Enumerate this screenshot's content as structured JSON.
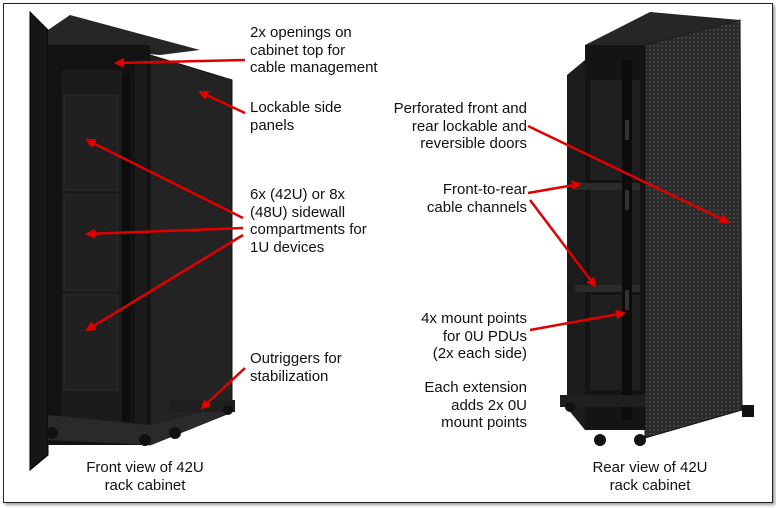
{
  "callouts": {
    "top_openings": "2x openings on\ncabinet top for\ncable management",
    "side_panels": "Lockable side\npanels",
    "sidewall_compartments": "6x (42U) or 8x\n(48U) sidewall\ncompartments for\n1U devices",
    "outriggers": "Outriggers for\nstabilization",
    "doors": "Perforated front and\nrear lockable and\nreversible doors",
    "cable_channels": "Front-to-rear\ncable channels",
    "mount_points": "4x mount points\nfor 0U PDUs\n(2x each side)",
    "extension": "Each extension\nadds 2x 0U\nmount points"
  },
  "captions": {
    "front": "Front view of 42U\nrack cabinet",
    "rear": "Rear view of 42U\nrack cabinet"
  },
  "colors": {
    "arrow": "#e00000",
    "cabinet": "#1e1e1e"
  }
}
